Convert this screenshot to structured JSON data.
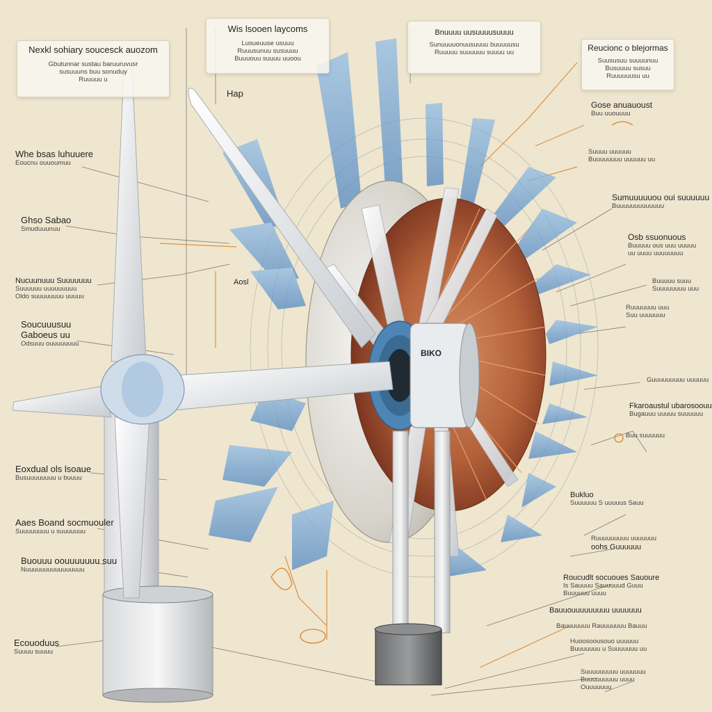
{
  "hub_label": "BIKO",
  "colors": {
    "background": "#efe6cf",
    "blade": "#e9ecef",
    "blue": "#6fa3d6",
    "copper": "#a04e2c",
    "leader_orange": "#d9822b",
    "leader_gray": "#555555"
  },
  "boxes": [
    {
      "title": "Nexkl sohiary soucesck auozom",
      "lines": [
        "Gbutunnar sustau baruuruvusr",
        "susuuuns buu sonuduy",
        "Ruuuuu u"
      ]
    },
    {
      "title": "Wis lsooen laycoms",
      "lines": [
        "Lusueuuse usuuu",
        "Ruuusunuu susuuuu",
        "Buuuouu suuuu uuoou"
      ]
    },
    {
      "title": "Bnuuuu uusuuuusuuuu",
      "lines": [
        "Sunuuuuonuusuuuu buuuuusu",
        "Ruuuuu suuuuuu suuuu uu"
      ]
    },
    {
      "title": "Reucionc o blejormas",
      "lines": [
        "Suususuu suuuunuu",
        "Busuuuu susuu",
        "Ruuuuuusu uu"
      ]
    }
  ],
  "labels_left": [
    {
      "title": "Whe bsas luhuuere",
      "sub": "Eoucnu ouuoumuu"
    },
    {
      "title": "Ghso Sabao",
      "sub": "Smuduuunuu"
    },
    {
      "title": "Nucuunuuu Suuuuuuu",
      "sub": "Suuuuuu uuuuuuuuu",
      "sub2": "Oldo suuuuuuuu uuuuu"
    },
    {
      "title": "Soucuuusuu",
      "sub": "Gaboeus uu",
      "sub2": "Odsuuu ouuuuuuuu"
    },
    {
      "title": "Eoxdual ols lsoaue",
      "sub": "Busuuuuuuuu u buuuu"
    },
    {
      "title": "Aaes Boand socmuouler",
      "sub": "Suuuuuuuu u suuuuuuu"
    },
    {
      "title": "Buouuu oouuuuuuu suu",
      "sub": "Nuuuuuuuuuuuuuuuu"
    },
    {
      "title": "Ecouoduus",
      "sub": "Suuuu suuuu"
    }
  ],
  "labels_right": [
    {
      "title": "Gose anuauoust",
      "sub": "Buu uuouuuu"
    },
    {
      "title": "Suuuu uuuuuu",
      "sub": "Buuuuuuuu uuuuuu uu"
    },
    {
      "title": "Sumuuuuuou oui suuuuuu",
      "sub": "Buuuuuuuuuuuuu"
    },
    {
      "title": "Osb ssuonuous",
      "sub": "Buuuuu ous uuu uuuuu",
      "sub2": "uu uuuu uuuuuuuu"
    },
    {
      "title": "Buuuuu suuu",
      "sub": "Suuuuuuuu uuu"
    },
    {
      "title": "Ruuuuuuu uuu",
      "sub": "Suu uuuuuuu"
    },
    {
      "title": "Guuuuuuuuu uuuuuu",
      "sub": ""
    },
    {
      "title": "Fkaroaustul ubarosoouu",
      "sub": "Bugauuu uuuuu suuuuuu"
    },
    {
      "title": "Buu suuuuuu",
      "sub": ""
    },
    {
      "title": "Bukluo",
      "sub": "Suuuuuu S uuuuus Sauu"
    },
    {
      "title": "Ruuuuuuuuu uuuuuuu",
      "sub": "oohs Guuuuuu"
    },
    {
      "title": "Roucudlt socuoues Sauoure",
      "sub": "Is Sauuuu Sauuuuud Guuu",
      "sub2": "Buuuuuu uuuu"
    },
    {
      "title": "Bauuouuuuuuuuu uuuuuuu",
      "sub": ""
    },
    {
      "title": "Bauuuuuuu Rauuuuuuu Bauuu",
      "sub": ""
    },
    {
      "title": "Huoosoousouo uuuuuu",
      "sub": "Buuuuuuu u Suuuuuuu uu"
    },
    {
      "title": "Suuuuuuuuu uuuuuuu",
      "sub": "Buuuuuuuuu uuuu",
      "sub2": "Ouuuuuuu"
    }
  ],
  "labels_mid": [
    {
      "title": "Hap"
    },
    {
      "title": "Aosl"
    }
  ]
}
